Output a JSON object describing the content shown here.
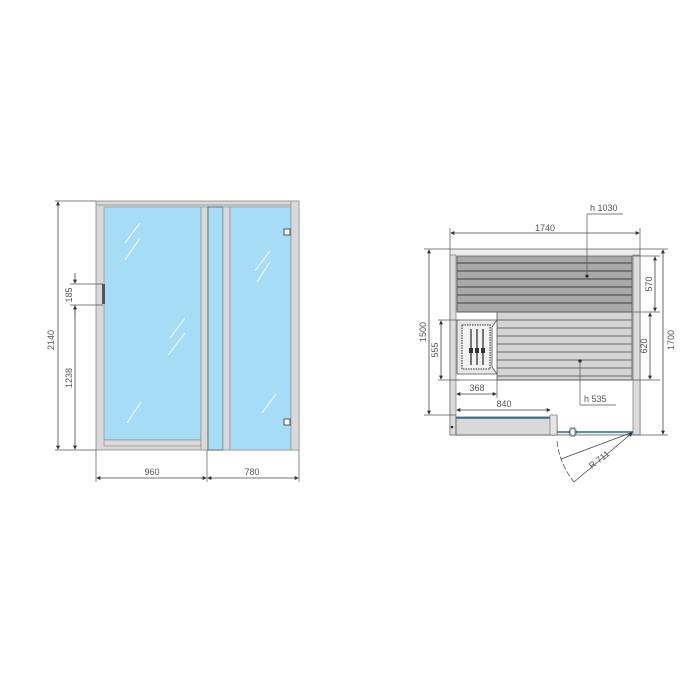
{
  "colors": {
    "glass": "#a6dcf6",
    "frame": "#d9d9d9",
    "frame_edge": "#888888",
    "bench_dark": "#a9a9a9",
    "bench_light": "#d4d4d4",
    "bench_line": "#555555",
    "door_line": "#2e6e8e",
    "dim": "#444444"
  },
  "front_view": {
    "dimensions": {
      "total_height": "2140",
      "handle_height": "1238",
      "handle_length": "185",
      "left_width": "960",
      "right_width": "780"
    }
  },
  "plan_view": {
    "dimensions": {
      "total_width": "1740",
      "depth": "1700",
      "inner_depth": "1500",
      "upper_bench_depth": "570",
      "lower_bench_depth": "620",
      "heater_depth": "555",
      "heater_width": "368",
      "door_panel_width": "840",
      "door_radius": "R 711",
      "upper_bench_height": "h 1030",
      "lower_bench_height": "h 535"
    }
  }
}
